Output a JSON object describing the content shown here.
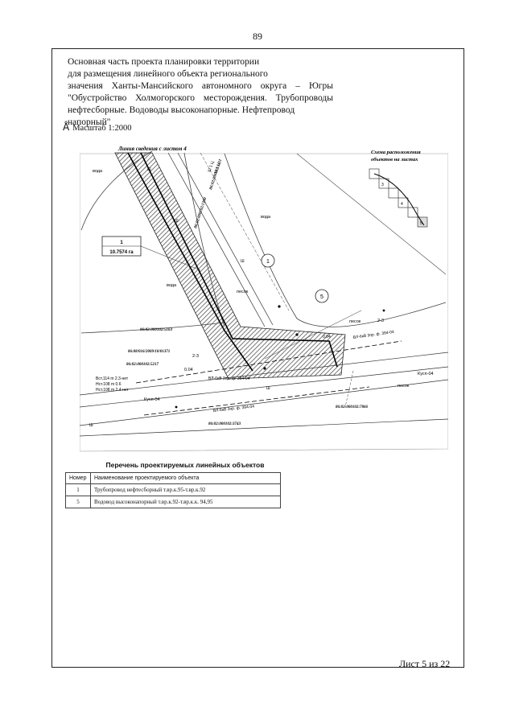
{
  "page_number": "89",
  "heading": {
    "line1": "Основная часть проекта планировки территории",
    "line2": "для размещения линейного объекта регионального",
    "line3": "значения Ханты-Мансийского автономного округа – Югры",
    "line4": "\"Обустройство Холмогорского месторождения. Трубопроводы",
    "line5": "нефтесборные. Водоводы высоконапорные. Нефтепровод напорный\""
  },
  "scale_label": "Масштаб 1:2000",
  "map": {
    "match_line": "Линия сведения с листом 4",
    "layout_title_1": "Схема расположения",
    "layout_title_2": "объектов на листах",
    "layout_sheets": [
      "3",
      "4",
      "5"
    ],
    "water_labels": [
      "вода",
      "вода",
      "вода"
    ],
    "sand_labels": [
      "песок",
      "песок",
      "песок"
    ],
    "object_1_number": "1",
    "object_1_area": "10.7574 га",
    "callout_1": "1",
    "callout_5": "5",
    "parcel_labels": [
      "86:02:000102:1380",
      "86:02:000102:1411",
      "86:02:000102:5163",
      "86:08/016/2009/10/01371",
      "86:02:000102:5217",
      "86:02:000102:3743",
      "86:02:000102:7866"
    ],
    "line_labels": [
      "ВЛ-6кВ 3пр. ф. 394-04",
      "ВЛ-6кВ 3пр. ф. 394-04",
      "ВЛ-6кВ 3пр. ф. 394-04"
    ],
    "height_labels": [
      "Вст.114 m 2.3-нет",
      "Нст.108 m 0.6",
      "Нст.108 m 2.4-нет"
    ],
    "misc_labels": [
      "2-3",
      "0.04",
      "2-3",
      "Кусп-04",
      "Кусп-04",
      "Ш",
      "Ш",
      "Ш",
      "Ш",
      "Ш",
      "0.04",
      "Ш 1 Ц",
      "Ш 1 Ц"
    ]
  },
  "table": {
    "title": "Перечень проектируемых линейных объектов",
    "headers": [
      "Номер",
      "Наименование проектируемого объекта"
    ],
    "rows": [
      {
        "num": "1",
        "name": "Трубопровод нефтесборный т.вр.к.95-т.вр.к.92"
      },
      {
        "num": "5",
        "name": "Водовод высоконапорный т.вр.к.92-т.вр.к.к. 94,95"
      }
    ]
  },
  "sheet_label": "Лист 5 из 22"
}
